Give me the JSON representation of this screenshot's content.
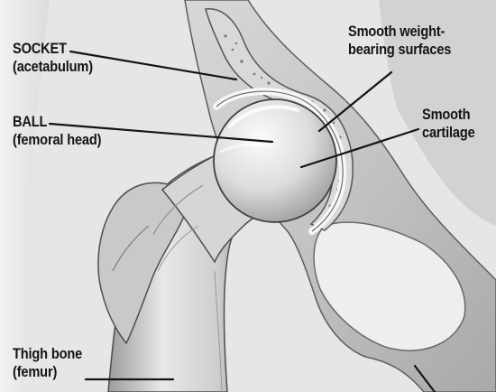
{
  "labels": {
    "socket": {
      "line1": "SOCKET",
      "line2": "(acetabulum)"
    },
    "ball": {
      "line1": "BALL",
      "line2": "(femoral head)"
    },
    "weight_bearing": {
      "line1": "Smooth weight-",
      "line2": "bearing surfaces"
    },
    "cartilage": {
      "line1": "Smooth",
      "line2": "cartilage"
    },
    "thigh_bone": {
      "line1": "Thigh bone",
      "line2": "(femur)"
    }
  },
  "colors": {
    "background": "#e9e9e9",
    "bone_light": "#f4f4f4",
    "bone_mid": "#cfcfcf",
    "bone_dark": "#7d7d7d",
    "ink": "#141414"
  }
}
